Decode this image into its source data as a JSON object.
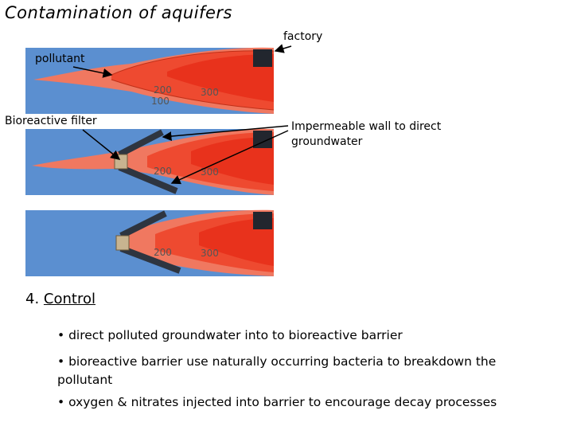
{
  "title": "Contamination of aquifers",
  "labels": {
    "factory": "factory",
    "pollutant": "pollutant",
    "bioreactive_filter": "Bioreactive filter",
    "impermeable_wall": "Impermeable wall to direct groundwater"
  },
  "panels": [
    {
      "contours": [
        "200",
        "100",
        "300"
      ]
    },
    {
      "contours": [
        "200",
        "300"
      ]
    },
    {
      "contours": [
        "200",
        "300"
      ]
    }
  ],
  "section": {
    "number": "4.",
    "heading": "Control"
  },
  "bullets": [
    "direct polluted groundwater into to bioreactive barrier",
    "bioreactive barrier use naturally occurring bacteria to breakdown the pollutant",
    "oxygen & nitrates injected into barrier to encourage decay processes"
  ],
  "colors": {
    "groundwater": "#5b8fd0",
    "plume_outer": "#f07860",
    "plume_mid": "#ee4a30",
    "plume_inner": "#e8321c",
    "factory": "#22262e",
    "wall": "#2e3540",
    "filter": "#c8b490"
  }
}
